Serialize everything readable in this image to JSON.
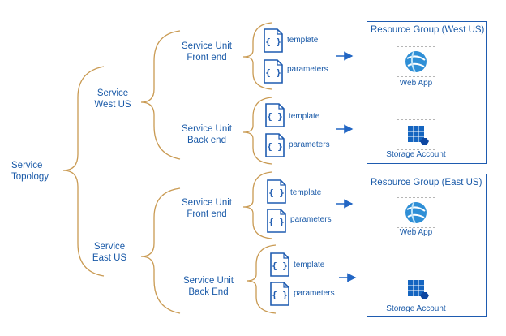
{
  "root": {
    "line1": "Service",
    "line2": "Topology"
  },
  "services": [
    {
      "line1": "Service",
      "line2": "West US",
      "units": [
        {
          "line1": "Service Unit",
          "line2": "Front end",
          "files": [
            "template",
            "parameters"
          ]
        },
        {
          "line1": "Service Unit",
          "line2": "Back end",
          "files": [
            "template",
            "parameters"
          ]
        }
      ]
    },
    {
      "line1": "Service",
      "line2": "East US",
      "units": [
        {
          "line1": "Service Unit",
          "line2": "Front end",
          "files": [
            "template",
            "parameters"
          ]
        },
        {
          "line1": "Service Unit",
          "line2": "Back End",
          "files": [
            "template",
            "parameters"
          ]
        }
      ]
    }
  ],
  "resource_groups": [
    {
      "title": "Resource Group (West US)",
      "resources": [
        "Web App",
        "Storage Account"
      ]
    },
    {
      "title": "Resource Group (East US)",
      "resources": [
        "Web App",
        "Storage Account"
      ]
    }
  ],
  "icons": [
    "json-file-icon",
    "web-app-icon",
    "storage-account-icon",
    "arrow-icon"
  ],
  "colors": {
    "bracket": "#c99a52",
    "text": "#1a5aa8",
    "arrow": "#2266c4",
    "box": "#1e5bb0"
  }
}
